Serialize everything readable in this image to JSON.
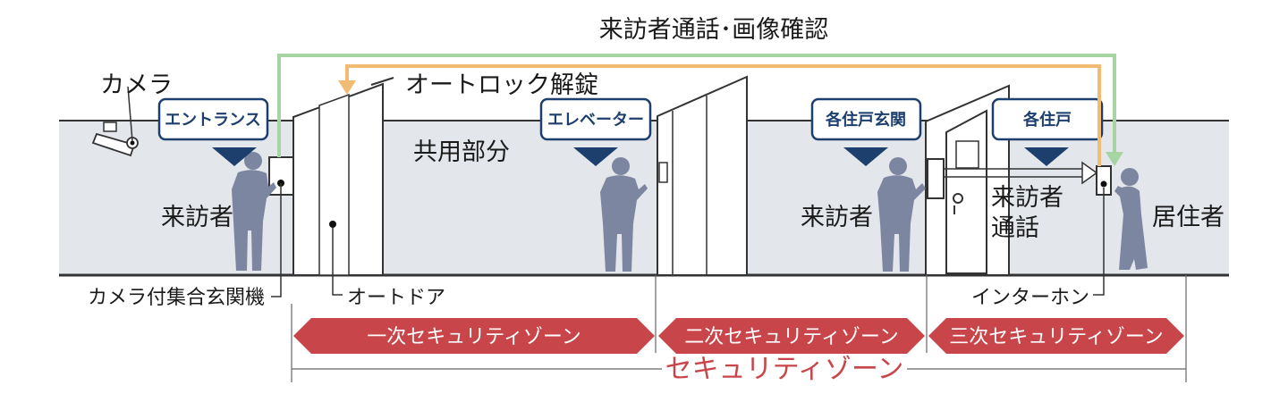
{
  "top_label": "来訪者通話･画像確認",
  "unlock_label": "オートロック解錠",
  "camera_label": "カメラ",
  "common_area_label": "共用部分",
  "area_tags": {
    "entrance": "エントランス",
    "elevator": "エレベーター",
    "unit_entrance": "各住戸玄関",
    "unit": "各住戸"
  },
  "people": {
    "visitor_1": "来訪者",
    "visitor_2": "来訪者",
    "resident": "居住者"
  },
  "call_label_line1": "来訪者",
  "call_label_line2": "通話",
  "devices": {
    "intercom_panel": "カメラ付集合玄関機",
    "auto_door": "オートドア",
    "interphone": "インターホン"
  },
  "zones": {
    "primary": "一次セキュリティゾーン",
    "secondary": "二次セキュリティゾーン",
    "tertiary": "三次セキュリティゾーン",
    "overall": "セキュリティゾーン"
  },
  "colors": {
    "green_line": "#a6d4a2",
    "orange_line": "#f2bb74",
    "zone_red": "#c8454a",
    "tag_border": "#1c3f6e",
    "wall_fill": "#e3e6ea",
    "person": "#7d86a1"
  }
}
